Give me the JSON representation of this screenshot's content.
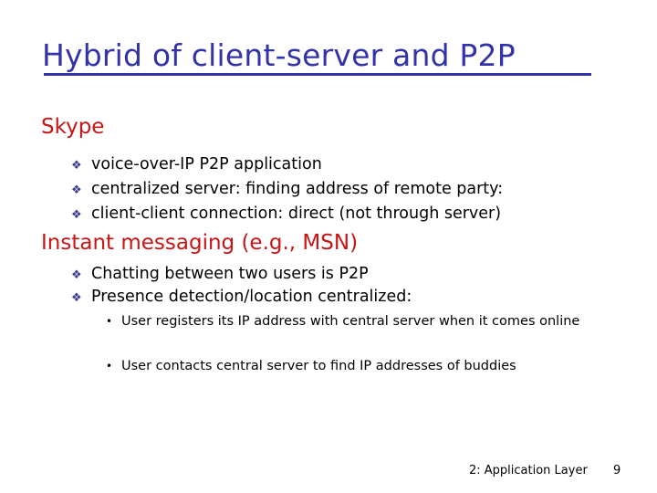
{
  "colors": {
    "title": "#3333a8",
    "heading": "#c81414",
    "bullet_marker_l2": "#3b3b8f",
    "body_text": "#000000",
    "background": "#ffffff"
  },
  "slide": {
    "title": "Hybrid of client-server and P2P",
    "sections": [
      {
        "heading": "Skype",
        "bullet_marker": "❖",
        "bullets": [
          "voice-over-IP P2P application",
          "centralized server: finding address of remote party:",
          "client-client connection: direct (not through server)"
        ]
      },
      {
        "heading": "Instant messaging (e.g., MSN)",
        "bullet_marker": "❖",
        "bullets": [
          "Chatting between two users is P2P",
          "Presence detection/location centralized:"
        ],
        "subbullet_marker": "•",
        "subbullets": [
          "User registers its IP address with central server when it comes online",
          "User contacts central server to find IP addresses of buddies"
        ]
      }
    ]
  },
  "footer": {
    "label": "2: Application Layer",
    "slide_number": "9"
  }
}
